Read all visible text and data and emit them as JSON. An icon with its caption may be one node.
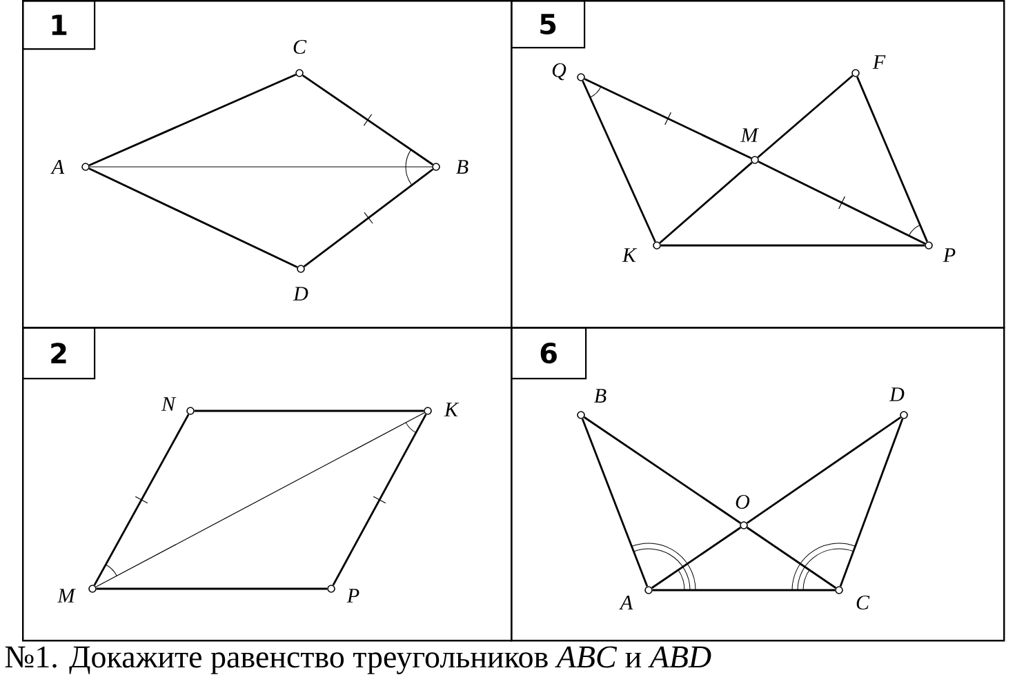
{
  "diagram": {
    "caption": "№1. Докажите равенство треугольников *ABC* и *ABD*",
    "nodes": [
      {
        "text": [],
        "shape": "box"
      },
      {
        "text": [
          "1"
        ],
        "in": 0
      },
      {
        "text": [],
        "shape": "circle",
        "beside": [
          "C"
        ],
        "in": 0
      },
      {
        "text": [],
        "shape": "circle",
        "beside": [
          "A"
        ],
        "in": 0
      },
      {
        "text": [],
        "shape": "circle",
        "beside": [
          "B"
        ],
        "in": 0
      },
      {
        "text": [],
        "shape": "circle",
        "beside": [
          "D"
        ],
        "in": 0
      },
      {
        "text": [],
        "shape": "box"
      },
      {
        "text": [
          "5"
        ],
        "in": 6
      },
      {
        "text": [],
        "shape": "circle",
        "beside": [
          "Q"
        ],
        "in": 6
      },
      {
        "text": [],
        "shape": "circle",
        "beside": [
          "F"
        ],
        "in": 6
      },
      {
        "text": [],
        "shape": "circle",
        "beside": [
          "M"
        ],
        "in": 6
      },
      {
        "text": [],
        "shape": "circle",
        "beside": [
          "K"
        ],
        "in": 6
      },
      {
        "text": [],
        "shape": "circle",
        "beside": [
          "P"
        ],
        "in": 6
      },
      {
        "text": [],
        "shape": "box"
      },
      {
        "text": [
          "2"
        ],
        "in": 13
      },
      {
        "text": [],
        "shape": "circle",
        "beside": [
          "N"
        ],
        "in": 13
      },
      {
        "text": [],
        "shape": "circle",
        "beside": [
          "K"
        ],
        "in": 13
      },
      {
        "text": [],
        "shape": "circle",
        "beside": [
          "M"
        ],
        "in": 13
      },
      {
        "text": [],
        "shape": "circle",
        "beside": [
          "P"
        ],
        "in": 13
      },
      {
        "text": [],
        "shape": "box"
      },
      {
        "text": [
          "6"
        ],
        "in": 19
      },
      {
        "text": [],
        "shape": "circle",
        "beside": [
          "B"
        ],
        "in": 19
      },
      {
        "text": [],
        "shape": "circle",
        "beside": [
          "D"
        ],
        "in": 19
      },
      {
        "text": [],
        "shape": "circle",
        "beside": [
          "O"
        ],
        "in": 19
      },
      {
        "text": [],
        "shape": "circle",
        "beside": [
          "A"
        ],
        "in": 19
      },
      {
        "text": [],
        "shape": "circle",
        "beside": [
          "C"
        ],
        "in": 19
      }
    ],
    "edges": [
      {
        "from": 3,
        "to": 2,
        "arrow": "none"
      },
      {
        "from": 2,
        "to": 4,
        "arrow": "none"
      },
      {
        "from": 4,
        "to": 5,
        "arrow": "none"
      },
      {
        "from": 5,
        "to": 3,
        "arrow": "none"
      },
      {
        "from": 3,
        "to": 4,
        "arrow": "none"
      },
      {
        "from": 8,
        "to": 10,
        "arrow": "none"
      },
      {
        "from": 10,
        "to": 12,
        "arrow": "none"
      },
      {
        "from": 11,
        "to": 10,
        "arrow": "none"
      },
      {
        "from": 10,
        "to": 9,
        "arrow": "none"
      },
      {
        "from": 9,
        "to": 12,
        "arrow": "none"
      },
      {
        "from": 11,
        "to": 12,
        "arrow": "none"
      },
      {
        "from": 8,
        "to": 11,
        "arrow": "none"
      },
      {
        "from": 15,
        "to": 16,
        "arrow": "none"
      },
      {
        "from": 16,
        "to": 18,
        "arrow": "none"
      },
      {
        "from": 18,
        "to": 17,
        "arrow": "none"
      },
      {
        "from": 17,
        "to": 15,
        "arrow": "none"
      },
      {
        "from": 17,
        "to": 16,
        "arrow": "none"
      },
      {
        "from": 21,
        "to": 24,
        "arrow": "none"
      },
      {
        "from": 24,
        "to": 25,
        "arrow": "none"
      },
      {
        "from": 25,
        "to": 22,
        "arrow": "none"
      },
      {
        "from": 21,
        "to": 23,
        "arrow": "none"
      },
      {
        "from": 23,
        "to": 25,
        "arrow": "none"
      },
      {
        "from": 24,
        "to": 23,
        "arrow": "none"
      },
      {
        "from": 23,
        "to": 22,
        "arrow": "none"
      }
    ]
  }
}
